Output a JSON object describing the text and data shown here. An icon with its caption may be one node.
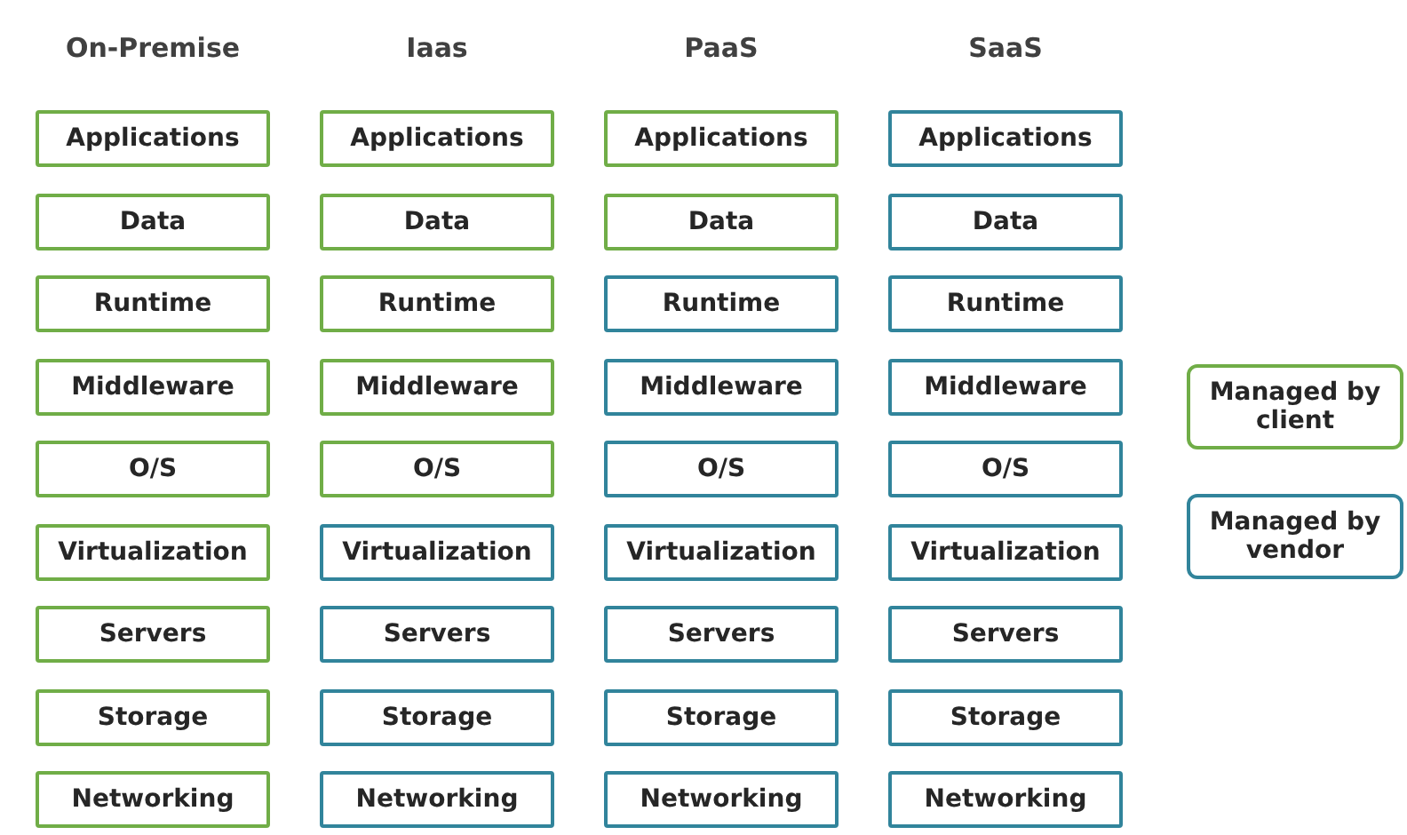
{
  "diagram": {
    "nodes": [
      {
        "text": [
          "Applications"
        ]
      },
      {
        "text": [
          "Data"
        ]
      },
      {
        "text": [
          "Runtime"
        ]
      },
      {
        "text": [
          "Middleware"
        ]
      },
      {
        "text": [
          "O/S"
        ]
      },
      {
        "text": [
          "Virtualization"
        ]
      },
      {
        "text": [
          "Servers"
        ]
      },
      {
        "text": [
          "Storage"
        ]
      },
      {
        "text": [
          "Networking"
        ]
      },
      {
        "text": [
          "Applications"
        ]
      },
      {
        "text": [
          "Data"
        ]
      },
      {
        "text": [
          "Runtime"
        ]
      },
      {
        "text": [
          "Middleware"
        ]
      },
      {
        "text": [
          "O/S"
        ]
      },
      {
        "text": [
          "Virtualization"
        ]
      },
      {
        "text": [
          "Servers"
        ]
      },
      {
        "text": [
          "Storage"
        ]
      },
      {
        "text": [
          "Networking"
        ]
      },
      {
        "text": [
          "Applications"
        ]
      },
      {
        "text": [
          "Data"
        ]
      },
      {
        "text": [
          "Runtime"
        ]
      },
      {
        "text": [
          "Middleware"
        ]
      },
      {
        "text": [
          "O/S"
        ]
      },
      {
        "text": [
          "Virtualization"
        ]
      },
      {
        "text": [
          "Servers"
        ]
      },
      {
        "text": [
          "Storage"
        ]
      },
      {
        "text": [
          "Networking"
        ]
      },
      {
        "text": [
          "Applications"
        ]
      },
      {
        "text": [
          "Data"
        ]
      },
      {
        "text": [
          "Runtime"
        ]
      },
      {
        "text": [
          "Middleware"
        ]
      },
      {
        "text": [
          "O/S"
        ]
      },
      {
        "text": [
          "Virtualization"
        ]
      },
      {
        "text": [
          "Servers"
        ]
      },
      {
        "text": [
          "Storage"
        ]
      },
      {
        "text": [
          "Networking"
        ]
      }
    ],
    "labels": [
      "On-Premise",
      "Iaas",
      "PaaS",
      "SaaS"
    ],
    "legend": [
      {
        "text": "Managed by client",
        "color": "#70ad47"
      },
      {
        "text": "Managed by vendor",
        "color": "#31849b"
      }
    ]
  }
}
